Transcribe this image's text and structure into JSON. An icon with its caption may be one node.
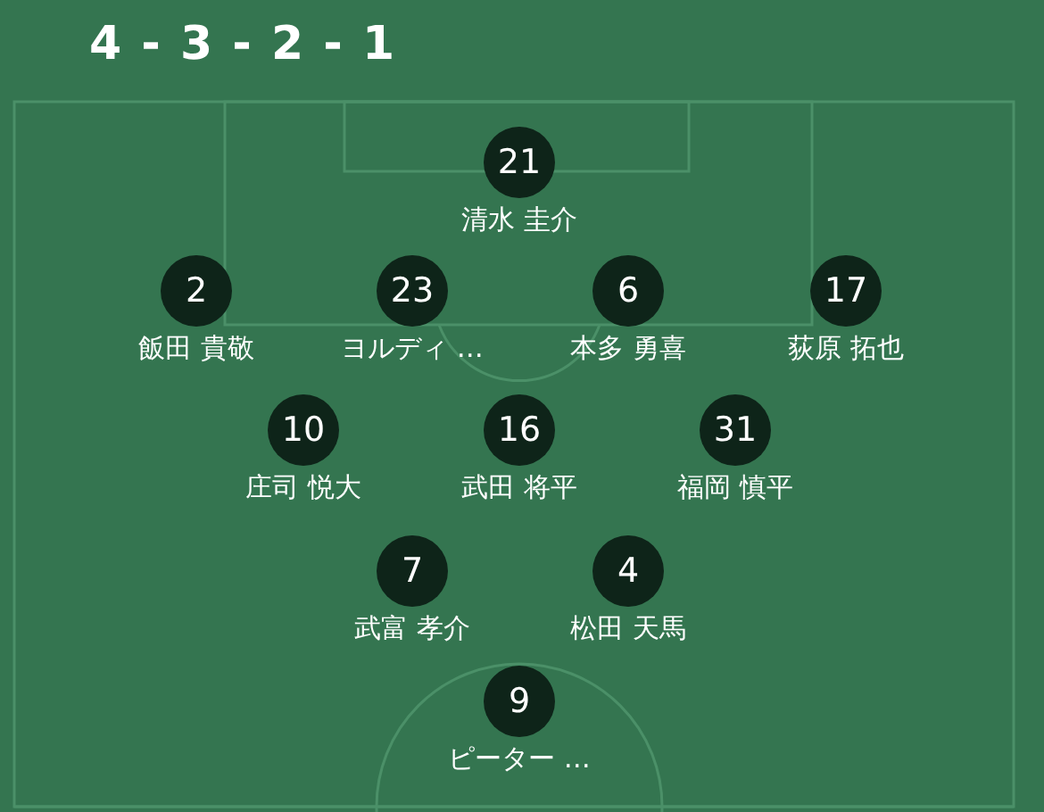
{
  "diagram": {
    "title": "4 - 3 - 2 - 1",
    "nodes": [
      {
        "text": [
          "21"
        ],
        "beside": [
          "清水 圭介"
        ]
      },
      {
        "text": [
          "2"
        ],
        "beside": [
          "飯田 貴敬"
        ]
      },
      {
        "text": [
          "23"
        ],
        "beside": [
          "ヨルディ …"
        ]
      },
      {
        "text": [
          "6"
        ],
        "beside": [
          "本多 勇喜"
        ]
      },
      {
        "text": [
          "17"
        ],
        "beside": [
          "荻原 拓也"
        ]
      },
      {
        "text": [
          "10"
        ],
        "beside": [
          "庄司 悦大"
        ]
      },
      {
        "text": [
          "16"
        ],
        "beside": [
          "武田 将平"
        ]
      },
      {
        "text": [
          "31"
        ],
        "beside": [
          "福岡 慎平"
        ]
      },
      {
        "text": [
          "7"
        ],
        "beside": [
          "武富 孝介"
        ]
      },
      {
        "text": [
          "4"
        ],
        "beside": [
          "松田 天馬"
        ]
      },
      {
        "text": [
          "9"
        ],
        "beside": [
          "ピーター …"
        ]
      }
    ]
  }
}
